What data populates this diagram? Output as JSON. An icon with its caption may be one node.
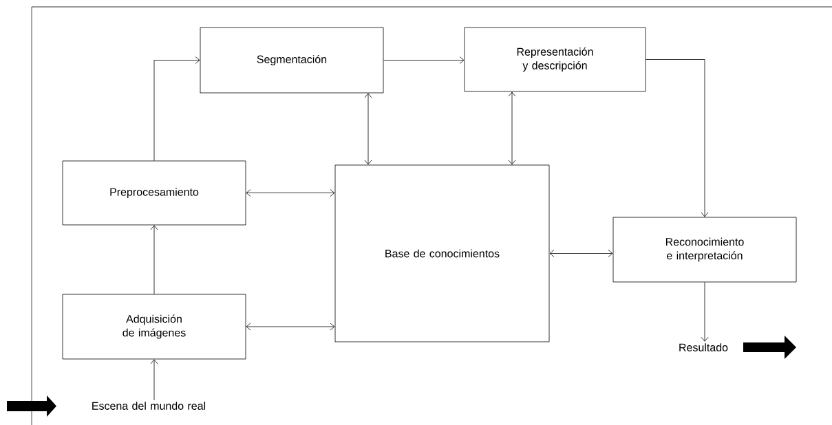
{
  "diagram": {
    "nodes": [
      {
        "text": [
          "Segmentación"
        ]
      },
      {
        "text": [
          "Representación y descripción"
        ]
      },
      {
        "text": [
          "Preprocesamiento"
        ]
      },
      {
        "text": [
          "Base de conocimientos"
        ]
      },
      {
        "text": [
          "Reconocimiento e interpretación"
        ]
      },
      {
        "text": [
          "Adquisición de imágenes"
        ]
      },
      {
        "text": [
          "Escena del mundo real"
        ]
      },
      {
        "text": [
          "Resultado"
        ]
      }
    ],
    "edges": [
      {
        "from": 2,
        "to": 0,
        "arrow": "to"
      },
      {
        "from": 0,
        "to": 1,
        "arrow": "to"
      },
      {
        "from": 1,
        "to": 4,
        "arrow": "to"
      },
      {
        "from": 0,
        "to": 3,
        "arrow": "both"
      },
      {
        "from": 1,
        "to": 3,
        "arrow": "both"
      },
      {
        "from": 2,
        "to": 3,
        "arrow": "both"
      },
      {
        "from": 5,
        "to": 3,
        "arrow": "both"
      },
      {
        "from": 3,
        "to": 4,
        "arrow": "both"
      },
      {
        "from": 5,
        "to": 2,
        "arrow": "to"
      },
      {
        "from": 6,
        "to": 5,
        "arrow": "to"
      },
      {
        "from": 4,
        "to": 7,
        "arrow": "to"
      }
    ]
  }
}
